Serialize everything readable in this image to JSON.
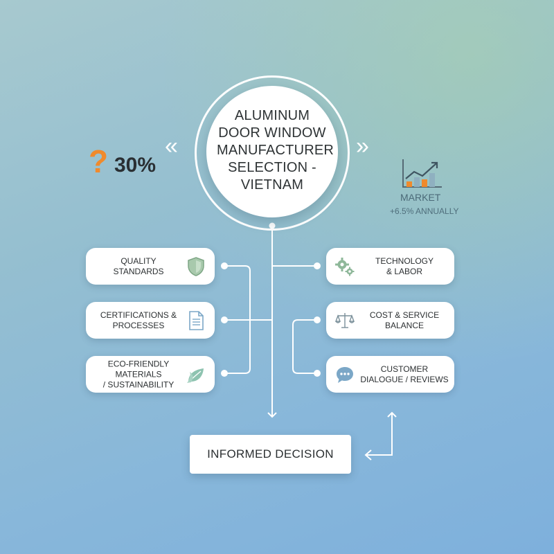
{
  "hub": {
    "title": "ALUMINUM\nDOOR WINDOW\nMANUFACTURER\nSELECTION -\nVIETNAM"
  },
  "nav": {
    "left_chevron": "«",
    "right_chevron": "»"
  },
  "stat": {
    "symbol": "?",
    "value": "30%"
  },
  "market": {
    "label": "MARKET",
    "growth": "+6.5% ANNUALLY",
    "icon": "growth-chart-icon"
  },
  "factors_left": [
    {
      "label": "QUALITY\nSTANDARDS",
      "icon": "shield-icon"
    },
    {
      "label": "CERTIFICATIONS &\nPROCESSES",
      "icon": "document-icon"
    },
    {
      "label": "ECO-FRIENDLY MATERIALS\n/ SUSTAINABILITY",
      "icon": "leaf-icon"
    }
  ],
  "factors_right": [
    {
      "label": "TECHNOLOGY\n& LABOR",
      "icon": "gears-icon"
    },
    {
      "label": "COST & SERVICE\nBALANCE",
      "icon": "scale-icon"
    },
    {
      "label": "CUSTOMER\nDIALOGUE / REVIEWS",
      "icon": "chat-bubble-icon"
    }
  ],
  "outcome": {
    "label": "INFORMED DECISION"
  },
  "colors": {
    "accent_orange": "#f08a2c",
    "icon_green": "#8fb89a",
    "icon_blue": "#7ba7c7",
    "connector": "#ffffff"
  }
}
